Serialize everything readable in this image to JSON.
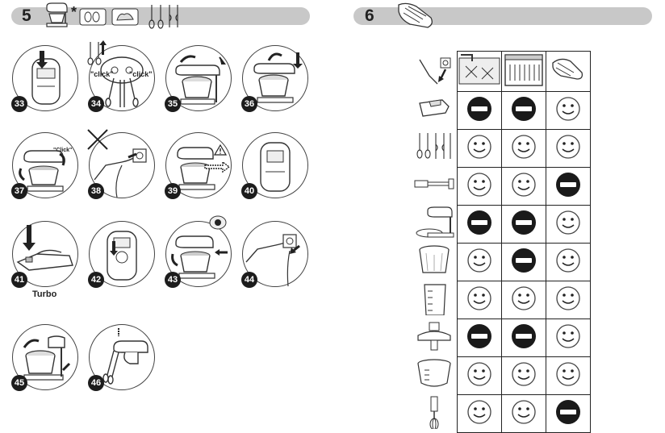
{
  "page": {
    "left_section_number": "5",
    "right_section_number": "6",
    "asterisk": "*",
    "caption_turbo": "Turbo",
    "click_left": "\"click\"",
    "click_right": "\"click\"",
    "click_37": "\"Click\""
  },
  "steps": [
    {
      "num": "33",
      "icon": "mixer-front-press-icon"
    },
    {
      "num": "34",
      "icon": "beaters-insert-icon"
    },
    {
      "num": "35",
      "icon": "stand-bowl-rotate-icon"
    },
    {
      "num": "36",
      "icon": "stand-lower-head-icon"
    },
    {
      "num": "37",
      "icon": "stand-tilt-head-icon"
    },
    {
      "num": "38",
      "icon": "unplug-icon"
    },
    {
      "num": "39",
      "icon": "stand-warning-icon"
    },
    {
      "num": "40",
      "icon": "mixer-front-icon"
    },
    {
      "num": "41",
      "icon": "turbo-button-icon"
    },
    {
      "num": "42",
      "icon": "speed-dial-icon"
    },
    {
      "num": "43",
      "icon": "eject-bowl-icon"
    },
    {
      "num": "44",
      "icon": "unplug-wall-icon"
    },
    {
      "num": "45",
      "icon": "remove-bowl-icon"
    },
    {
      "num": "46",
      "icon": "eject-beaters-icon"
    }
  ],
  "compatibility": {
    "columns": [
      "wipe-cloth-icon",
      "sink-wash-icon",
      "dishwasher-icon",
      "wipe-dry-icon"
    ],
    "rows": [
      {
        "accessory": "mixer-body-icon",
        "values": [
          "no",
          "no",
          "ok"
        ]
      },
      {
        "accessory": "beaters-hooks-icon",
        "values": [
          "ok",
          "ok",
          "ok"
        ]
      },
      {
        "accessory": "blender-foot-icon",
        "values": [
          "ok",
          "ok",
          "no"
        ]
      },
      {
        "accessory": "stand-base-icon",
        "values": [
          "no",
          "no",
          "ok"
        ]
      },
      {
        "accessory": "steel-bowl-icon",
        "values": [
          "ok",
          "no",
          "ok"
        ]
      },
      {
        "accessory": "measuring-beaker-icon",
        "values": [
          "ok",
          "ok",
          "ok"
        ]
      },
      {
        "accessory": "chopper-lid-icon",
        "values": [
          "no",
          "no",
          "ok"
        ]
      },
      {
        "accessory": "chopper-bowl-icon",
        "values": [
          "ok",
          "ok",
          "ok"
        ]
      },
      {
        "accessory": "whisk-attachment-icon",
        "values": [
          "ok",
          "ok",
          "no"
        ]
      }
    ]
  }
}
